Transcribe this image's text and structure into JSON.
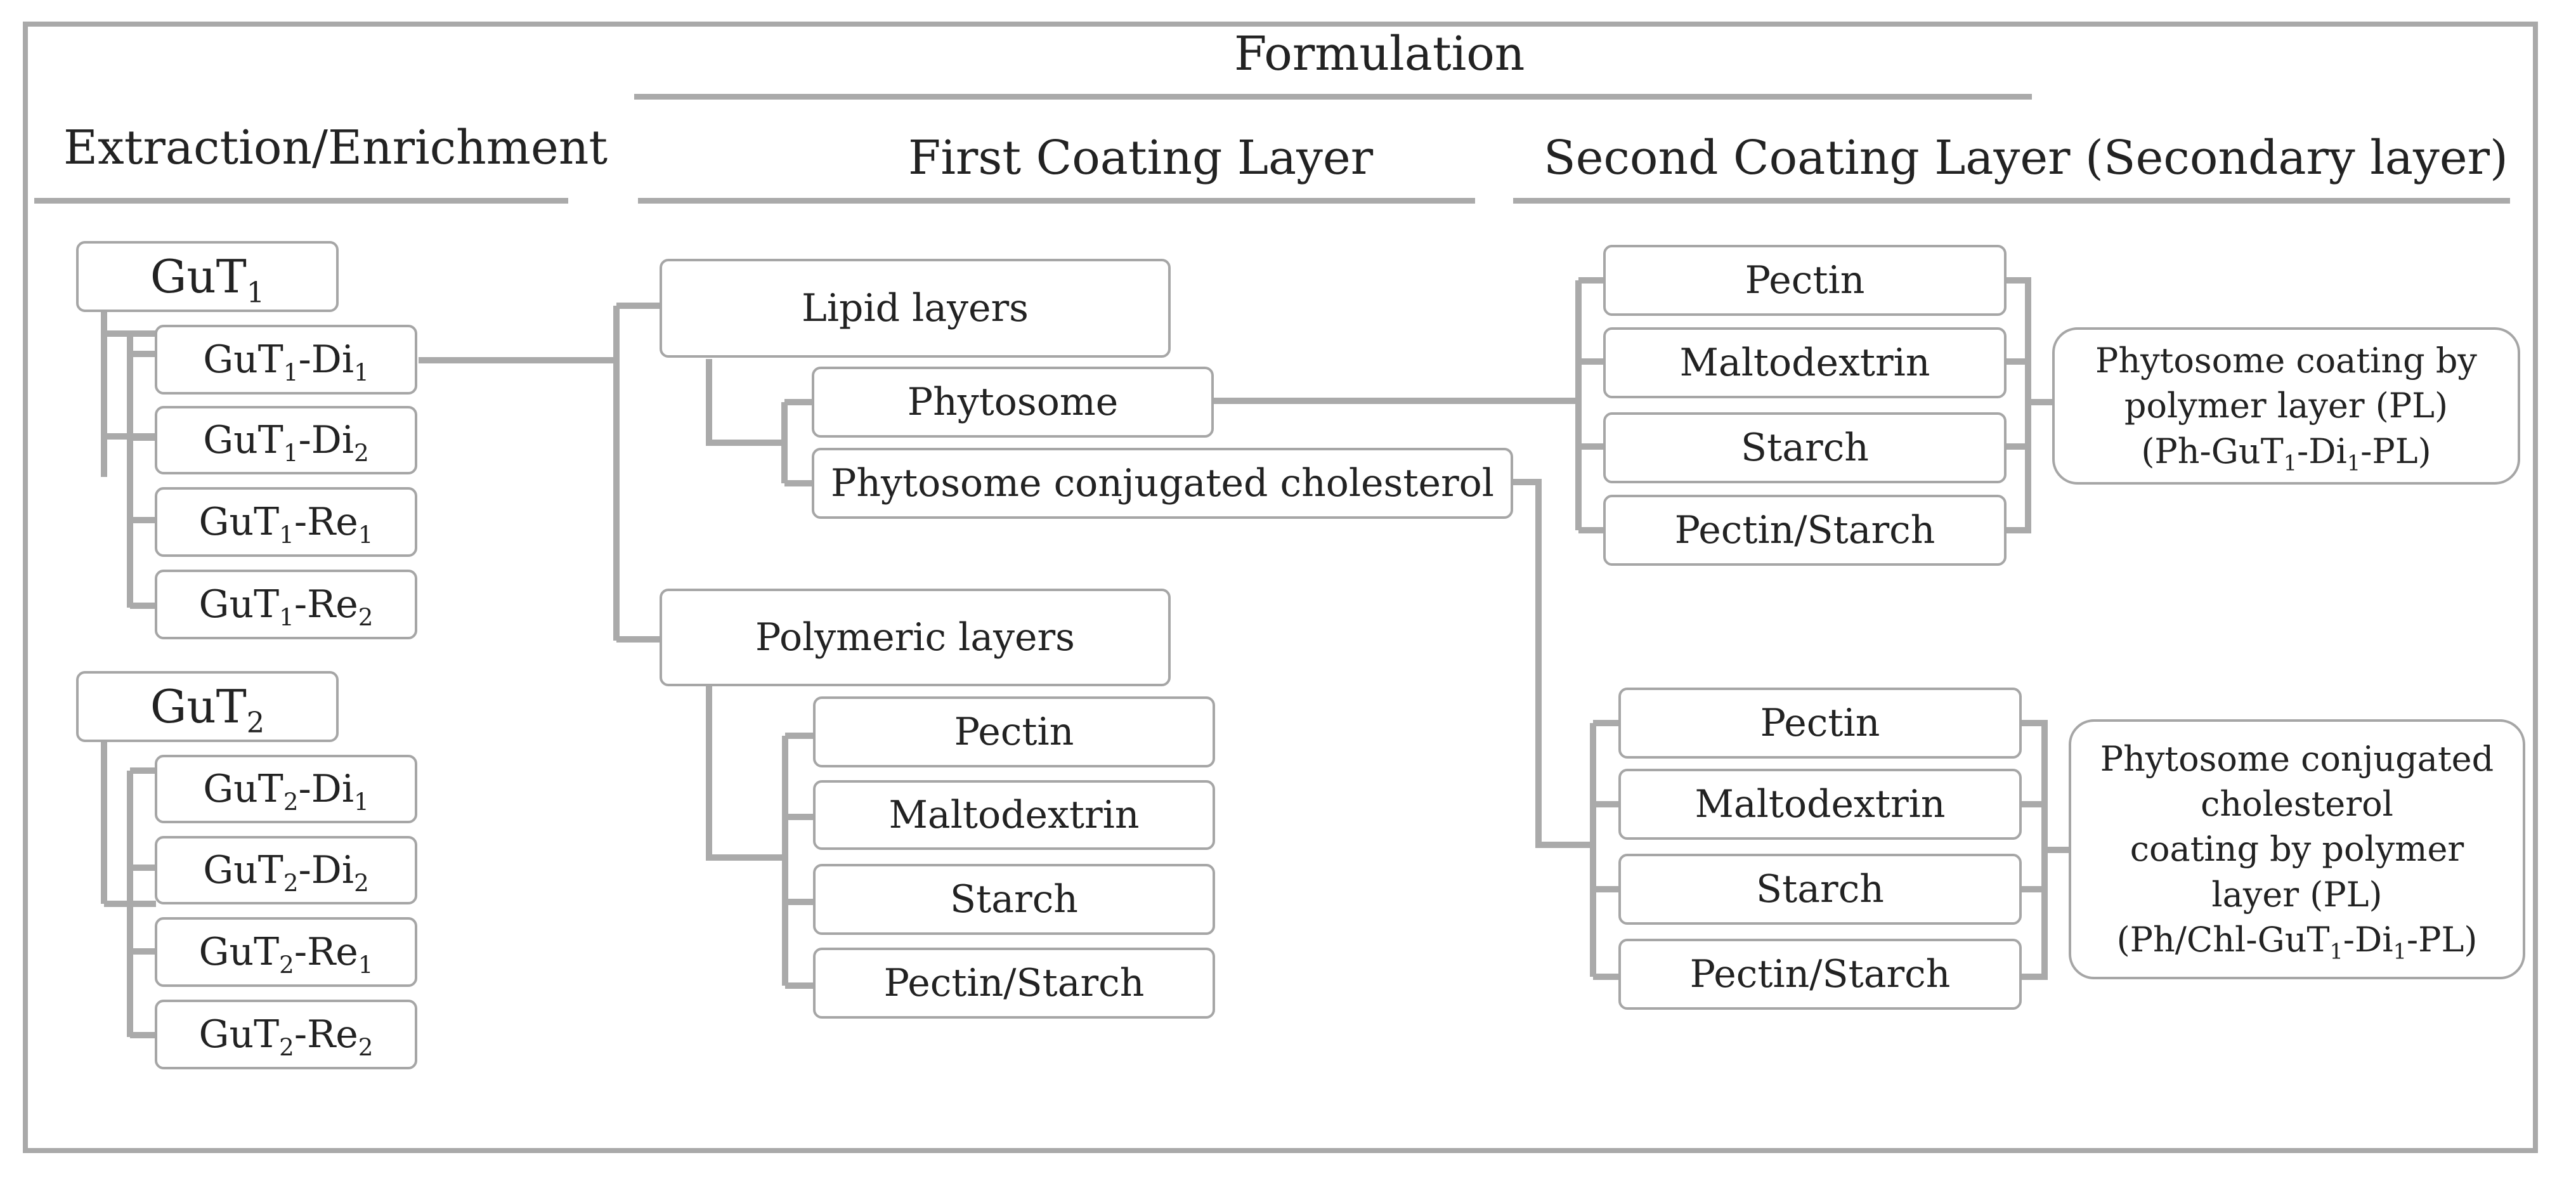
{
  "headings": {
    "formulation": "Formulation",
    "extraction": "Extraction/Enrichment",
    "first_layer": "First Coating Layer",
    "second_layer": "Second Coating Layer (Secondary layer)"
  },
  "extraction": {
    "gut1": {
      "label": "GuT",
      "sub": "1"
    },
    "gut1_items": [
      {
        "a": "GuT",
        "a_sub": "1",
        "b": "-Di",
        "b_sub": "1"
      },
      {
        "a": "GuT",
        "a_sub": "1",
        "b": "-Di",
        "b_sub": "2"
      },
      {
        "a": "GuT",
        "a_sub": "1",
        "b": "-Re",
        "b_sub": "1"
      },
      {
        "a": "GuT",
        "a_sub": "1",
        "b": "-Re",
        "b_sub": "2"
      }
    ],
    "gut2": {
      "label": "GuT",
      "sub": "2"
    },
    "gut2_items": [
      {
        "a": "GuT",
        "a_sub": "2",
        "b": "-Di",
        "b_sub": "1"
      },
      {
        "a": "GuT",
        "a_sub": "2",
        "b": "-Di",
        "b_sub": "2"
      },
      {
        "a": "GuT",
        "a_sub": "2",
        "b": "-Re",
        "b_sub": "1"
      },
      {
        "a": "GuT",
        "a_sub": "2",
        "b": "-Re",
        "b_sub": "2"
      }
    ]
  },
  "first_layer": {
    "lipid": "Lipid layers",
    "phytosome": "Phytosome",
    "phytosome_chol": "Phytosome conjugated cholesterol",
    "polymeric": "Polymeric layers",
    "polymer_items": [
      "Pectin",
      "Maltodextrin",
      "Starch",
      "Pectin/Starch"
    ]
  },
  "second_layer": {
    "group1_items": [
      "Pectin",
      "Maltodextrin",
      "Starch",
      "Pectin/Starch"
    ],
    "group2_items": [
      "Pectin",
      "Maltodextrin",
      "Starch",
      "Pectin/Starch"
    ],
    "note1": {
      "line1": "Phytosome coating by",
      "line2": "polymer layer (PL)",
      "line3_a": "(Ph-GuT",
      "line3_sub1": "1",
      "line3_b": "-Di",
      "line3_sub2": "1",
      "line3_c": "-PL)"
    },
    "note2": {
      "line1": "Phytosome conjugated",
      "line2": "cholesterol",
      "line3": "coating by polymer",
      "line4": "layer (PL)",
      "line5_a": "(Ph/Chl-GuT",
      "line5_sub1": "1",
      "line5_b": "-Di",
      "line5_sub2": "1",
      "line5_c": "-PL)"
    }
  },
  "colors": {
    "line": "#aaaaaa",
    "border": "#a6a6a6",
    "text": "#222222"
  }
}
